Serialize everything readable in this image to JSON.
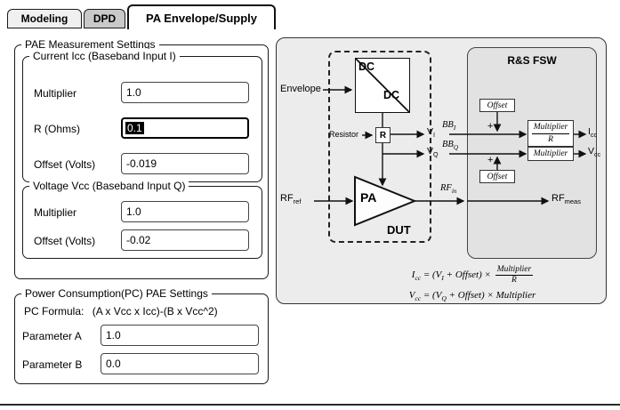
{
  "tabs": {
    "modeling": "Modeling",
    "dpd": "DPD",
    "pa_envelope": "PA Envelope/Supply"
  },
  "pae": {
    "title": "PAE Measurement Settings",
    "current": {
      "title": "Current Icc (Baseband Input I)",
      "multiplier_label": "Multiplier",
      "multiplier_value": "1.0",
      "r_label": "R (Ohms)",
      "r_value": "0.1",
      "offset_label": "Offset (Volts)",
      "offset_value": "-0.019"
    },
    "voltage": {
      "title": "Voltage Vcc (Baseband Input Q)",
      "multiplier_label": "Multiplier",
      "multiplier_value": "1.0",
      "offset_label": "Offset (Volts)",
      "offset_value": "-0.02"
    }
  },
  "power": {
    "title": "Power Consumption(PC) PAE Settings",
    "formula_label": "PC Formula:",
    "formula_value": "(A x Vcc x Icc)-(B x Vcc^2)",
    "param_a_label": "Parameter A",
    "param_a_value": "1.0",
    "param_b_label": "Parameter B",
    "param_b_value": "0.0"
  },
  "diagram": {
    "fsw_title": "R&S FSW",
    "envelope_label": "Envelope",
    "dc_top": "DC",
    "dc_bottom": "DC",
    "resistor_label": "Resistor",
    "resistor_symbol": "R",
    "pa_label": "PA",
    "dut_label": "DUT",
    "offset_top": "Offset",
    "offset_bottom": "Offset",
    "mult_frac_num": "Multiplier",
    "mult_frac_den": "R",
    "mult_box": "Multiplier",
    "plus_top": "+",
    "plus_bottom": "+",
    "sig": {
      "v_i_main": "V",
      "v_i_sub": "I",
      "v_q_main": "V",
      "v_q_sub": "Q",
      "bb_i_main": "BB",
      "bb_i_sub": "I",
      "bb_q_main": "BB",
      "bb_q_sub": "Q",
      "icc_main": "I",
      "icc_sub": "cc",
      "vcc_main": "V",
      "vcc_sub": "cc",
      "rf_ref_main": "RF",
      "rf_ref_sub": "ref",
      "rf_in_main": "RF",
      "rf_in_sub": "in",
      "rf_meas_main": "RF",
      "rf_meas_sub": "meas"
    },
    "formula1": {
      "p1": "I",
      "s1": "cc",
      "p2": " = (V",
      "s2": "I",
      "p3": " + Offset) × ",
      "num": "Multiplier",
      "den": "R"
    },
    "formula2": {
      "p1": "V",
      "s1": "cc",
      "p2": " = (V",
      "s2": "Q",
      "p3": " + Offset) × Multiplier"
    }
  },
  "colors": {
    "panel_bg": "#ececec",
    "fsw_bg": "#e2e2e2",
    "tab_inactive_bg": "#c9c9c9",
    "selection_bg": "#000000",
    "selection_text": "#ffffff",
    "border": "#1a1a1a"
  }
}
